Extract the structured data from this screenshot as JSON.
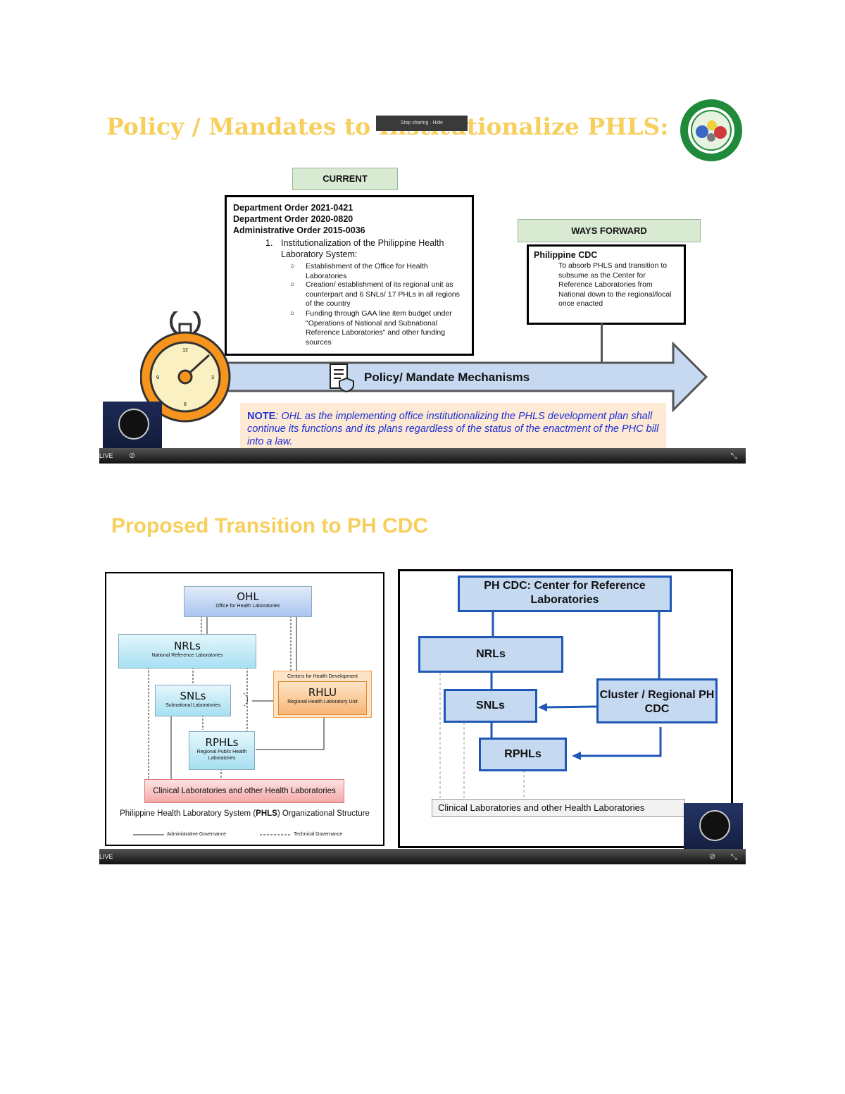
{
  "slide1": {
    "title": "Policy / Mandates to Institutionalize PHLS:",
    "share_notice": "Stop sharing · Hide",
    "current_label": "CURRENT",
    "orders": [
      "Department Order 2021-0421",
      "Department Order 2020-0820",
      "Administrative Order 2015-0036"
    ],
    "item_num": "1.",
    "item_text": "Institutionalization of the Philippine Health Laboratory System:",
    "sub_bullets": [
      "Establishment of the Office for Health Laboratories",
      "Creation/ establishment of its regional unit as counterpart and 6 SNLs/ 17 PHLs in all regions of the country",
      "Funding through GAA line item budget under \"Operations of National and Subnational Reference Laboratories\" and other funding sources"
    ],
    "ways_forward_label": "WAYS FORWARD",
    "cdc_title": "Philippine CDC",
    "cdc_text": "To absorb PHLS and transition to subsume as the Center for Reference Laboratories from National down to the regional/local once enacted",
    "arrow_label": "Policy/ Mandate Mechanisms",
    "clock_marks": [
      "12",
      "3",
      "6",
      "9"
    ],
    "note_prefix": "NOTE",
    "note_text": ": OHL as the implementing office institutionalizing the PHLS development plan shall continue its functions and its plans regardless of the status of the enactment of the PHC bill into a law.",
    "live_label": "LIVE"
  },
  "slide2": {
    "title": "Proposed Transition to PH CDC",
    "left": {
      "ohl": "OHL",
      "ohl_sub": "Office for Health Laboratories",
      "nrls": "NRLs",
      "nrls_sub": "National Reference Laboratories",
      "snls": "SNLs",
      "snls_sub": "Subnational Laboratories",
      "chd": "Centers for Health Development",
      "rhlu": "RHLU",
      "rhlu_sub": "Regional Health Laboratory Unit",
      "rphls": "RPHLs",
      "rphls_sub": "Regional Public Health Laboratories",
      "clinical": "Clinical Laboratories and other Health Laboratories",
      "caption_pre": "Philippine Health Laboratory System (",
      "caption_bold": "PHLS",
      "caption_post": ") Organizational Structure",
      "legend_admin": "Administrative Governance",
      "legend_tech": "Technical Governance"
    },
    "right": {
      "cdc": "PH CDC: Center for Reference Laboratories",
      "nrls": "NRLs",
      "snls": "SNLs",
      "cluster": "Cluster / Regional PH CDC",
      "rphls": "RPHLs",
      "clinical": "Clinical Laboratories and other Health Laboratories"
    },
    "live_label": "LIVE"
  }
}
